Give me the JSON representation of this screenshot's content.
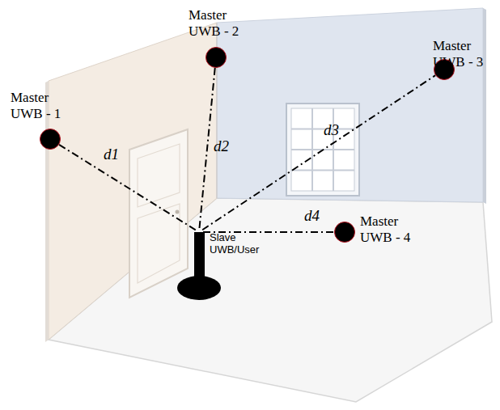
{
  "diagram": {
    "nodes": [
      {
        "text": [
          "Master UWB - 1"
        ]
      },
      {
        "text": [
          "Master UWB - 2"
        ]
      },
      {
        "text": [
          "Master UWB - 3"
        ]
      },
      {
        "text": [
          "Master UWB - 4"
        ]
      },
      {
        "text": [
          "Slave UWB/User"
        ]
      }
    ],
    "edges": [
      {
        "from": 4,
        "to": 0,
        "arrow": "none",
        "label": "d1"
      },
      {
        "from": 4,
        "to": 1,
        "arrow": "none",
        "label": "d2"
      },
      {
        "from": 4,
        "to": 2,
        "arrow": "none",
        "label": "d3"
      },
      {
        "from": 4,
        "to": 3,
        "arrow": "none",
        "label": "d4"
      }
    ]
  }
}
